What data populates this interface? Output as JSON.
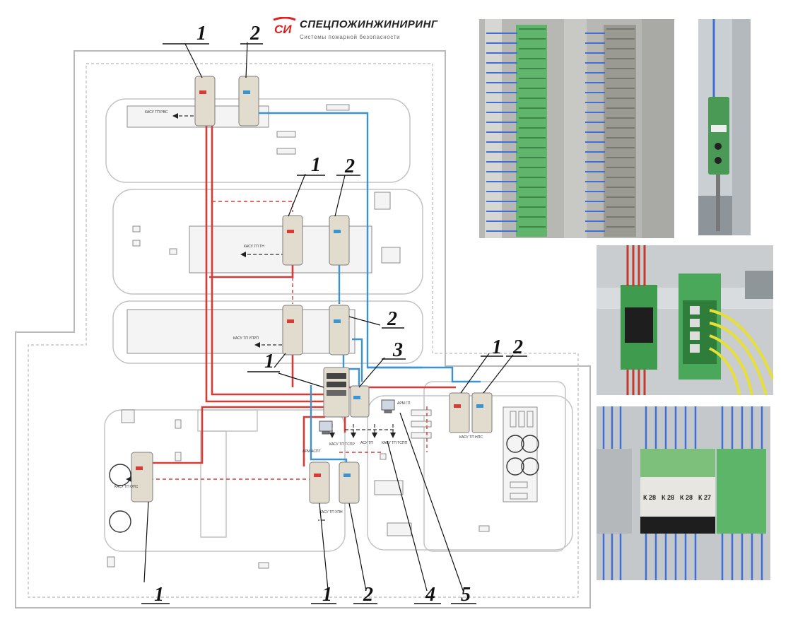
{
  "brand": {
    "name": "СПЕЦПОЖИНЖИНИРИНГ",
    "slogan": "Системы пожарной безопасности",
    "logo_letters": "СИ"
  },
  "callouts": {
    "c_top_1": "1",
    "c_top_2": "2",
    "c_mid_1": "1",
    "c_mid_2": "2",
    "c_r2": "2",
    "c_3": "3",
    "c_1c": "1",
    "c_right_1": "1",
    "c_right_2": "2",
    "c_bl_1": "1",
    "c_b_1": "1",
    "c_b_2": "2",
    "c_4": "4",
    "c_5": "5"
  },
  "plan_labels": {
    "l1": "КАСУ ТП РВС",
    "l2": "КАСУ ТП ТН",
    "l3": "КАСУ ТП УПРП",
    "l4": "КАСУ ТП ОПС",
    "l5": "КАСУ ТП НПС",
    "l6": "КАСУ ТП ТСПР",
    "l7": "КАСУ ТП УПН",
    "l8": "КАСУ ТП ТСПП",
    "l9": "АРМ АСПТ",
    "l10": "АРМ ГП",
    "l11": "АСУ ТП"
  },
  "module_labels": [
    "К 28",
    "К 28",
    "К 28",
    "К 27"
  ],
  "colors": {
    "fire_line": "#d93a35",
    "data_line": "#3b94d0",
    "plan_line": "#a8a8a8",
    "cabinet": "#e2dccf",
    "terminal_green": "#5db56a",
    "wire_blue": "#3f6fd6",
    "wire_red": "#c43a2e",
    "cable_yellow": "#e6df3a"
  }
}
